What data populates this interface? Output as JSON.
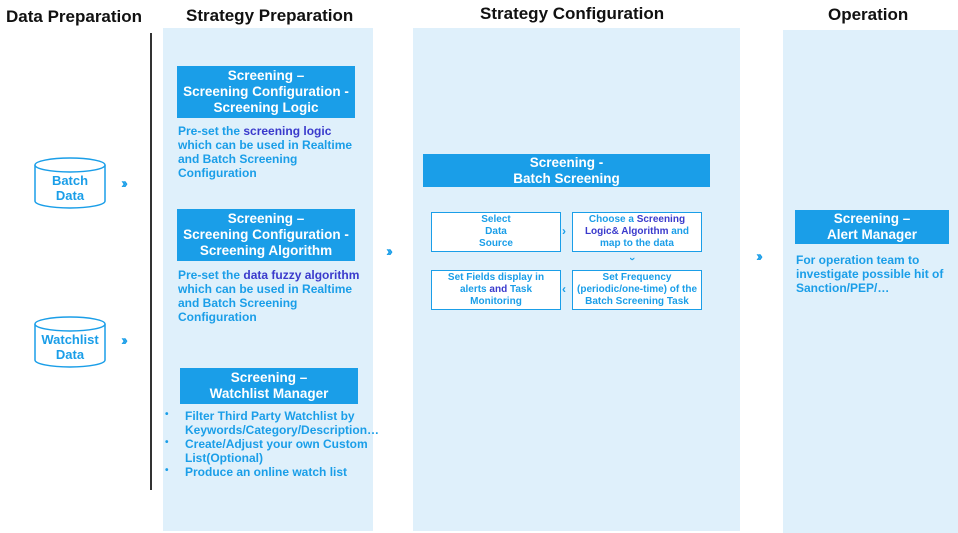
{
  "columns": {
    "data_preparation": "Data Preparation",
    "strategy_preparation": "Strategy Preparation",
    "strategy_configuration": "Strategy Configuration",
    "operation": "Operation"
  },
  "data_sources": [
    {
      "label": "Batch\nData",
      "icon": "database-cylinder-icon"
    },
    {
      "label": "Watchlist\nData",
      "icon": "database-cylinder-icon"
    }
  ],
  "strategy_prep": {
    "logic": {
      "title": "Screening –\nScreening Configuration -\nScreening Logic",
      "desc_pre": "Pre-set the ",
      "desc_hl": "screening logic",
      "desc_post": " which can be used in Realtime and Batch Screening Configuration"
    },
    "algorithm": {
      "title": "Screening –\nScreening Configuration -\nScreening Algorithm",
      "desc_pre": "Pre-set the ",
      "desc_hl": "data fuzzy algorithm",
      "desc_post": " which can be used in Realtime and Batch Screening Configuration"
    },
    "watchlist": {
      "title": "Screening –\nWatchlist Manager",
      "bullets": [
        "Filter Third Party Watchlist by Keywords/Category/Description…",
        "Create/Adjust your own Custom List(Optional)",
        "Produce an online watch list"
      ]
    }
  },
  "strategy_config": {
    "title": "Screening -\nBatch Screening",
    "steps": {
      "select": "Select\nData\nSource",
      "choose_pre": "Choose a ",
      "choose_hl": "Screening\nLogic& Algorithm",
      "choose_post": " and\nmap to the data",
      "set_fields_pre": "Set Fields display in\nalerts ",
      "set_fields_hl": "and",
      "set_fields_post": " Task\nMonitoring",
      "frequency": "Set Frequency\n(periodic/one-time) of the\nBatch Screening Task"
    }
  },
  "operation": {
    "title": "Screening –\nAlert Manager",
    "desc": "For operation team to investigate possible hit of Sanction/PEP/…"
  },
  "colors": {
    "accent": "#1a9ee8",
    "panel": "#dff0fb",
    "highlight": "#3a3acc"
  }
}
